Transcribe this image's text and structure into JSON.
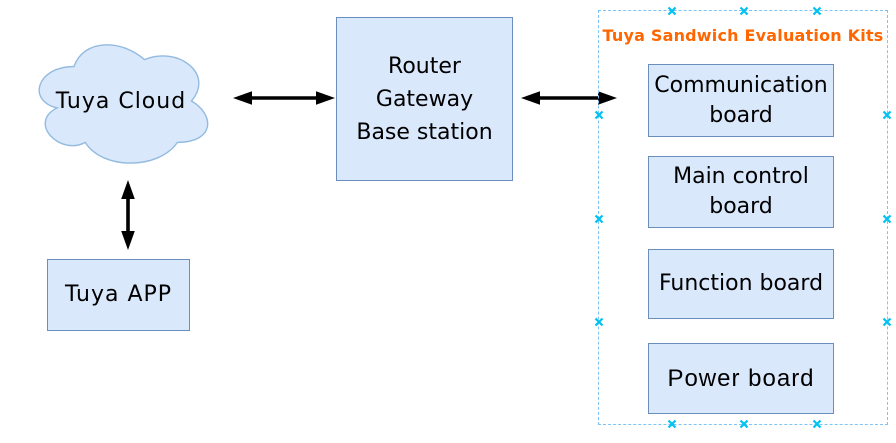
{
  "diagram": {
    "cloud": {
      "label": "Tuya Cloud"
    },
    "app": {
      "label": "Tuya APP"
    },
    "router": {
      "lines": [
        "Router",
        "Gateway",
        "Base station"
      ]
    },
    "kits": {
      "title": "Tuya Sandwich Evaluation Kits",
      "boards": [
        {
          "label": "Communication board"
        },
        {
          "label": "Main control board"
        },
        {
          "label": "Function board"
        },
        {
          "label": "Power board"
        }
      ]
    },
    "icons": {
      "connection_point": "x-cross"
    },
    "colors": {
      "shape_fill": "#dae8fc",
      "shape_stroke": "#6c8ebf",
      "cloud_stroke": "#93bbdf",
      "dashed_border": "#7ec4f5",
      "connection_point": "#00c2f2",
      "kits_title_text": "#ff6600",
      "arrow": "#000000",
      "label_text": "#000000",
      "background": "#ffffff"
    }
  }
}
